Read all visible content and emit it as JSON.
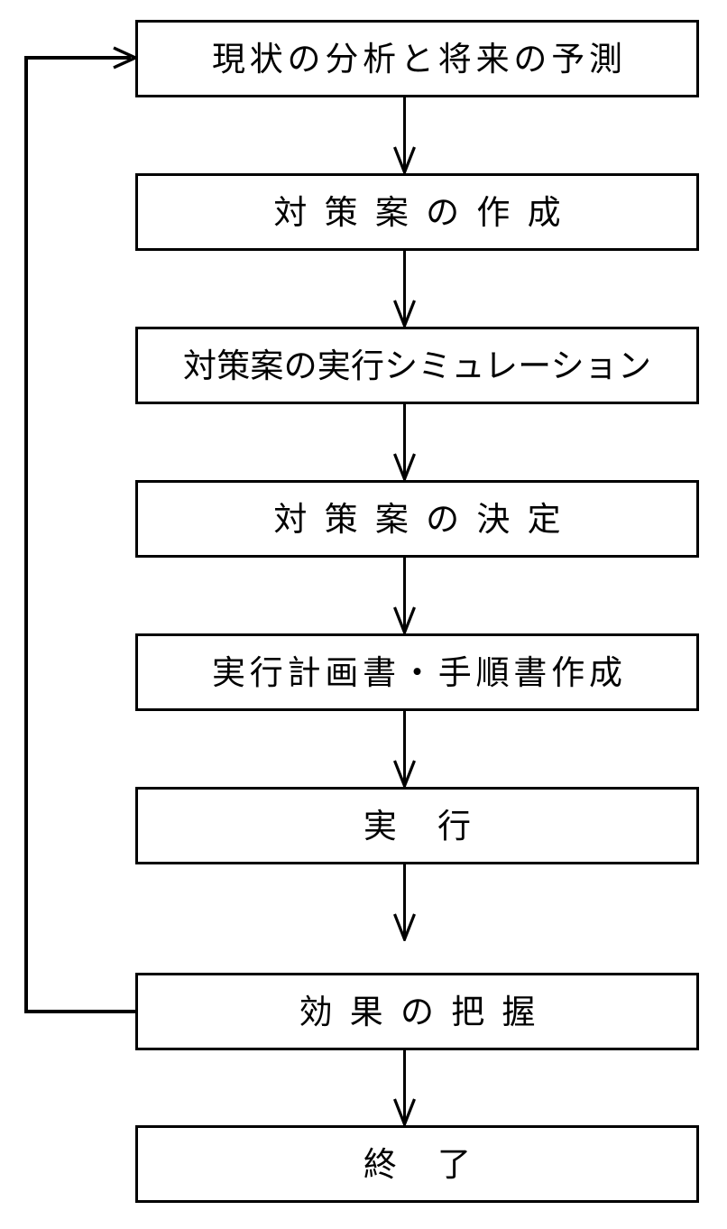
{
  "diagram": {
    "title": "PDCA Countermeasure Flowchart",
    "orientation": "vertical-top-to-bottom",
    "stroke_color": "#000000",
    "background_color": "#ffffff",
    "nodes": [
      {
        "id": "n1",
        "label": "現状の分析と将来の予測",
        "shape": "rectangle",
        "tracking": "sm"
      },
      {
        "id": "n2",
        "label": "対策案の作成",
        "shape": "rectangle",
        "tracking": "md"
      },
      {
        "id": "n3",
        "label": "対策案の実行シミュレーション",
        "shape": "rectangle",
        "tracking": "none"
      },
      {
        "id": "n4",
        "label": "対策案の決定",
        "shape": "rectangle",
        "tracking": "md"
      },
      {
        "id": "n5",
        "label": "実行計画書・手順書作成",
        "shape": "rectangle",
        "tracking": "sm"
      },
      {
        "id": "n6",
        "label": "実行",
        "shape": "rectangle",
        "tracking": "lg"
      },
      {
        "id": "n7",
        "label": "効果の把握",
        "shape": "rectangle",
        "tracking": "md"
      },
      {
        "id": "n8",
        "label": "終了",
        "shape": "rectangle",
        "tracking": "lg"
      }
    ],
    "edges": [
      {
        "from": "n1",
        "to": "n2",
        "type": "arrow-down"
      },
      {
        "from": "n2",
        "to": "n3",
        "type": "arrow-down"
      },
      {
        "from": "n3",
        "to": "n4",
        "type": "arrow-down"
      },
      {
        "from": "n4",
        "to": "n5",
        "type": "arrow-down"
      },
      {
        "from": "n5",
        "to": "n6",
        "type": "arrow-down"
      },
      {
        "from": "n6",
        "to": "n7",
        "type": "arrow-down"
      },
      {
        "from": "n7",
        "to": "n8",
        "type": "arrow-down"
      },
      {
        "from": "n7",
        "to": "n1",
        "type": "feedback-loop-left",
        "label": ""
      }
    ]
  }
}
